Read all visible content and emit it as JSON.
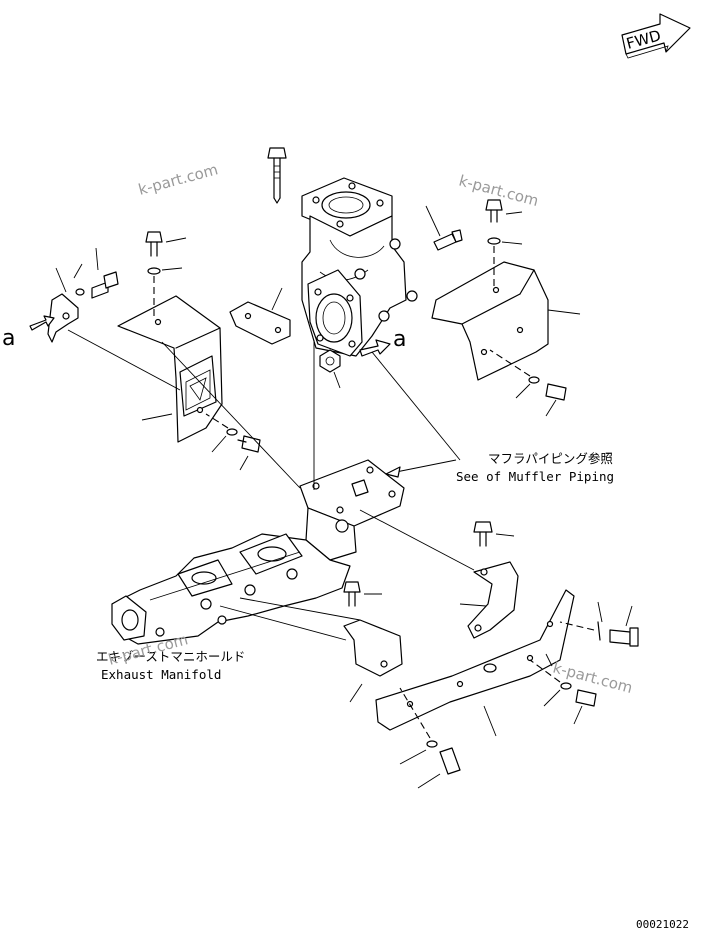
{
  "fwd_label": "FWD",
  "callouts": {
    "section_left": "a",
    "section_right": "a"
  },
  "references": {
    "muffler_jp": "マフラパイピング参照",
    "muffler_en": "See of Muffler Piping",
    "manifold_jp": "エキゾーストマニホールド",
    "manifold_en": "Exhaust Manifold"
  },
  "watermarks": [
    "k-part.com",
    "k-part.com",
    "k-part.com",
    "k-part.com"
  ],
  "figure_code": "00021022"
}
